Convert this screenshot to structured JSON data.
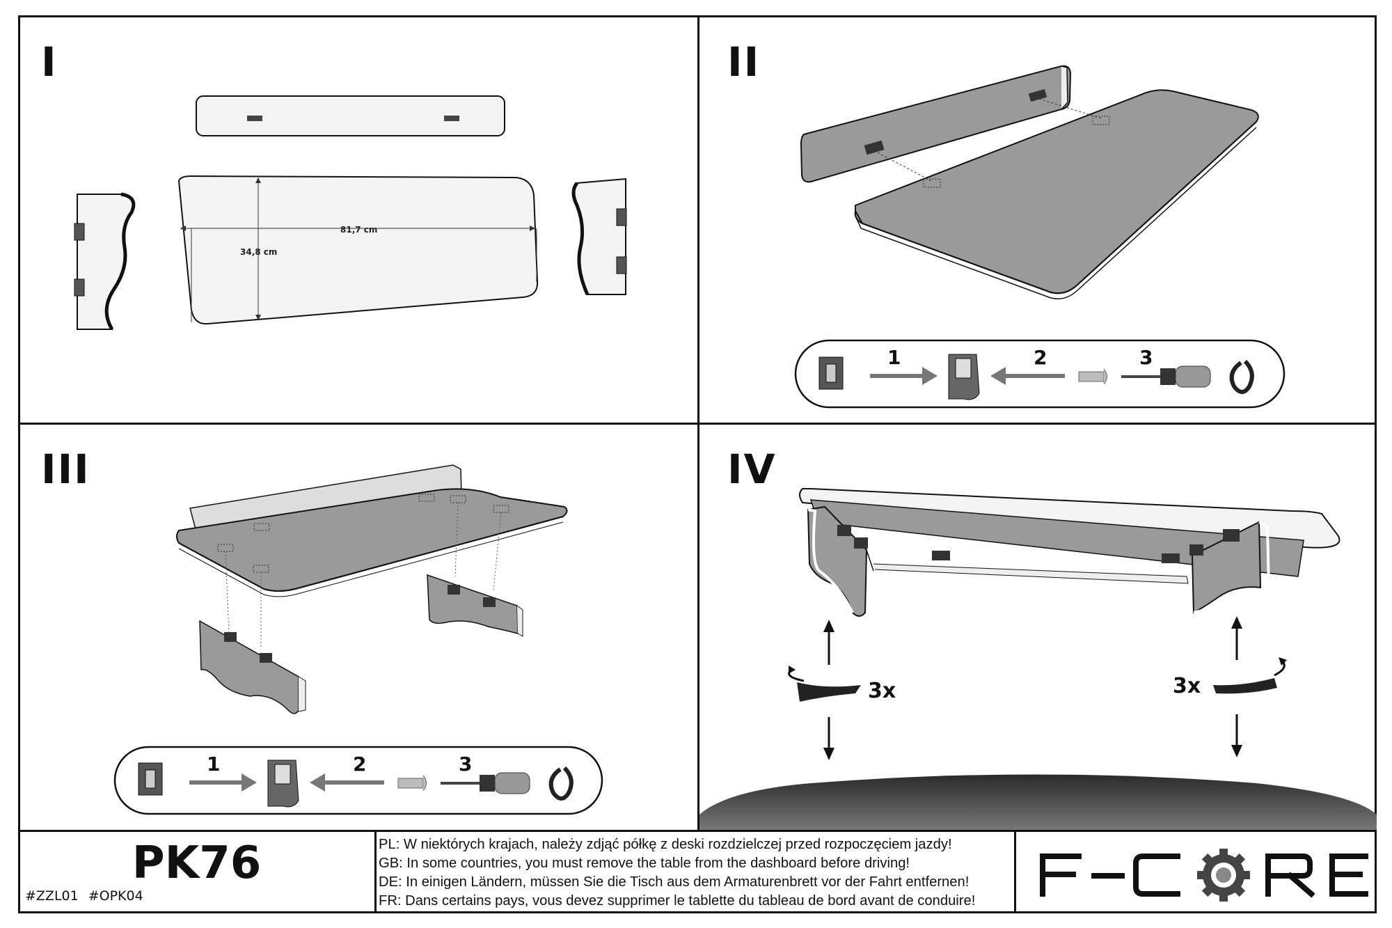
{
  "panels": [
    {
      "number": "I"
    },
    {
      "number": "II"
    },
    {
      "number": "III"
    },
    {
      "number": "IV"
    }
  ],
  "panel_1": {
    "dimensions": {
      "width": "81,7 cm",
      "depth": "34,8 cm"
    }
  },
  "assembly_steps": {
    "step_1": "1",
    "step_2": "2",
    "step_3": "3"
  },
  "panel_4": {
    "rotation_count_left": "3x",
    "rotation_count_right": "3x"
  },
  "footer": {
    "model": "PK76",
    "codes": [
      "#ZZL01",
      "#OPK04"
    ],
    "notes": [
      "PL: W niektórych krajach, należy zdjąć półkę z deski rozdzielczej przed rozpoczęciem jazdy!",
      "GB: In some countries, you must remove the table from the dashboard before driving!",
      "DE: In einigen Ländern, müssen Sie die Tisch aus dem Armaturenbrett vor der Fahrt entfernen!",
      "FR: Dans certains pays, vous devez supprimer le tablette du tableau de bord avant de conduire!"
    ],
    "brand": "F-CORE"
  },
  "colors": {
    "line": "#111111",
    "panel_fill": "#9a9a9a",
    "light_fill": "#f2f2f2",
    "dark_fill": "#333333"
  },
  "icons": [
    "bracket-icon",
    "screw-icon",
    "screwdriver-icon",
    "rotate-icon",
    "arrow-icon",
    "gear-icon"
  ]
}
